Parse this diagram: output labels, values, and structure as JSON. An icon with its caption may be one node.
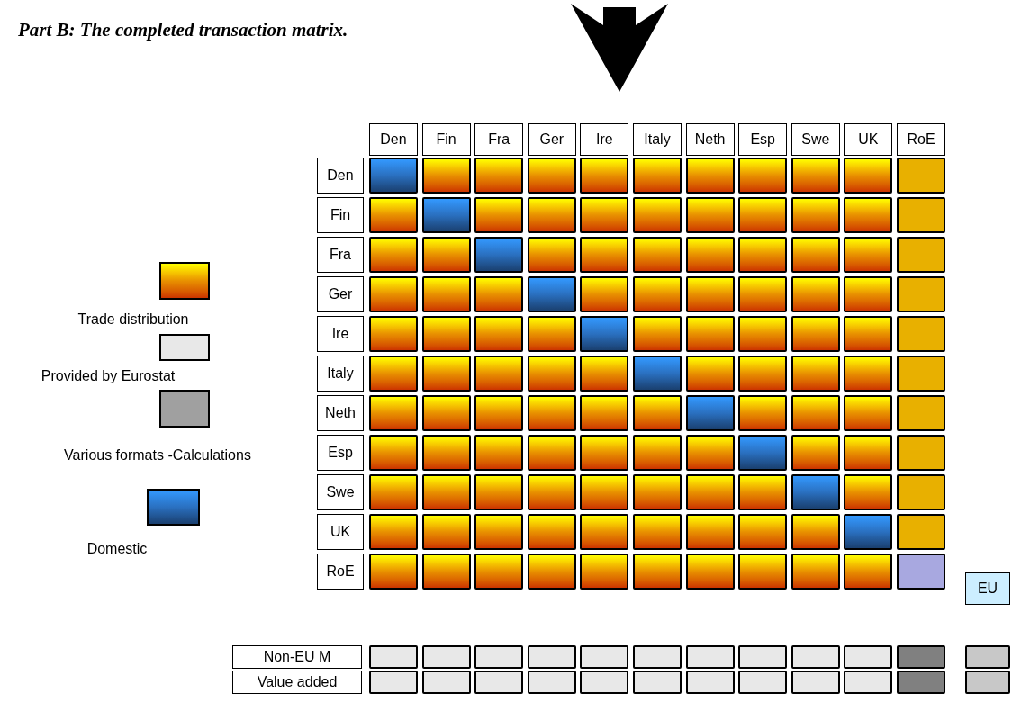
{
  "diagram": {
    "title": "Part B: The completed transaction matrix.",
    "nodes": [
      {
        "text": [
          "Den"
        ]
      },
      {
        "text": [
          "Fin"
        ]
      },
      {
        "text": [
          "Fra"
        ]
      },
      {
        "text": [
          "Ger"
        ]
      },
      {
        "text": [
          "Ire"
        ]
      },
      {
        "text": [
          "Italy"
        ]
      },
      {
        "text": [
          "Neth"
        ]
      },
      {
        "text": [
          "Esp"
        ]
      },
      {
        "text": [
          "Swe"
        ]
      },
      {
        "text": [
          "UK"
        ]
      },
      {
        "text": [
          "RoE"
        ]
      },
      {
        "text": [
          "Den"
        ]
      },
      {
        "text": [],
        "shape": "box"
      },
      {
        "text": [],
        "shape": "box"
      },
      {
        "text": [],
        "shape": "box"
      },
      {
        "text": [],
        "shape": "box"
      },
      {
        "text": [],
        "shape": "box"
      },
      {
        "text": [],
        "shape": "box"
      },
      {
        "text": [],
        "shape": "box"
      },
      {
        "text": [],
        "shape": "box"
      },
      {
        "text": [],
        "shape": "box"
      },
      {
        "text": [],
        "shape": "box"
      },
      {
        "text": [],
        "shape": "box"
      },
      {
        "text": [
          "Fin"
        ]
      },
      {
        "text": [],
        "shape": "box"
      },
      {
        "text": [],
        "shape": "box"
      },
      {
        "text": [],
        "shape": "box"
      },
      {
        "text": [],
        "shape": "box"
      },
      {
        "text": [],
        "shape": "box"
      },
      {
        "text": [],
        "shape": "box"
      },
      {
        "text": [],
        "shape": "box"
      },
      {
        "text": [],
        "shape": "box"
      },
      {
        "text": [],
        "shape": "box"
      },
      {
        "text": [],
        "shape": "box"
      },
      {
        "text": [],
        "shape": "box"
      },
      {
        "text": [
          "Fra"
        ]
      },
      {
        "text": [],
        "shape": "box"
      },
      {
        "text": [],
        "shape": "box"
      },
      {
        "text": [],
        "shape": "box"
      },
      {
        "text": [],
        "shape": "box"
      },
      {
        "text": [],
        "shape": "box"
      },
      {
        "text": [],
        "shape": "box"
      },
      {
        "text": [],
        "shape": "box"
      },
      {
        "text": [],
        "shape": "box"
      },
      {
        "text": [],
        "shape": "box"
      },
      {
        "text": [],
        "shape": "box"
      },
      {
        "text": [],
        "shape": "box"
      },
      {
        "text": [
          "Ger"
        ]
      },
      {
        "text": [],
        "shape": "box"
      },
      {
        "text": [],
        "shape": "box"
      },
      {
        "text": [],
        "shape": "box"
      },
      {
        "text": [],
        "shape": "box"
      },
      {
        "text": [],
        "shape": "box"
      },
      {
        "text": [],
        "shape": "box"
      },
      {
        "text": [],
        "shape": "box"
      },
      {
        "text": [],
        "shape": "box"
      },
      {
        "text": [],
        "shape": "box"
      },
      {
        "text": [],
        "shape": "box"
      },
      {
        "text": [],
        "shape": "box"
      },
      {
        "text": [
          "Ire"
        ]
      },
      {
        "text": [],
        "shape": "box"
      },
      {
        "text": [],
        "shape": "box"
      },
      {
        "text": [],
        "shape": "box"
      },
      {
        "text": [],
        "shape": "box"
      },
      {
        "text": [],
        "shape": "box"
      },
      {
        "text": [],
        "shape": "box"
      },
      {
        "text": [],
        "shape": "box"
      },
      {
        "text": [],
        "shape": "box"
      },
      {
        "text": [],
        "shape": "box"
      },
      {
        "text": [],
        "shape": "box"
      },
      {
        "text": [],
        "shape": "box"
      },
      {
        "text": [
          "Italy"
        ]
      },
      {
        "text": [],
        "shape": "box"
      },
      {
        "text": [],
        "shape": "box"
      },
      {
        "text": [],
        "shape": "box"
      },
      {
        "text": [],
        "shape": "box"
      },
      {
        "text": [],
        "shape": "box"
      },
      {
        "text": [],
        "shape": "box"
      },
      {
        "text": [],
        "shape": "box"
      },
      {
        "text": [],
        "shape": "box"
      },
      {
        "text": [],
        "shape": "box"
      },
      {
        "text": [],
        "shape": "box"
      },
      {
        "text": [],
        "shape": "box"
      },
      {
        "text": [
          "Neth"
        ]
      },
      {
        "text": [],
        "shape": "box"
      },
      {
        "text": [],
        "shape": "box"
      },
      {
        "text": [],
        "shape": "box"
      },
      {
        "text": [],
        "shape": "box"
      },
      {
        "text": [],
        "shape": "box"
      },
      {
        "text": [],
        "shape": "box"
      },
      {
        "text": [],
        "shape": "box"
      },
      {
        "text": [],
        "shape": "box"
      },
      {
        "text": [],
        "shape": "box"
      },
      {
        "text": [],
        "shape": "box"
      },
      {
        "text": [],
        "shape": "box"
      },
      {
        "text": [
          "Esp"
        ]
      },
      {
        "text": [],
        "shape": "box"
      },
      {
        "text": [],
        "shape": "box"
      },
      {
        "text": [],
        "shape": "box"
      },
      {
        "text": [],
        "shape": "box"
      },
      {
        "text": [],
        "shape": "box"
      },
      {
        "text": [],
        "shape": "box"
      },
      {
        "text": [],
        "shape": "box"
      },
      {
        "text": [],
        "shape": "box"
      },
      {
        "text": [],
        "shape": "box"
      },
      {
        "text": [],
        "shape": "box"
      },
      {
        "text": [],
        "shape": "box"
      },
      {
        "text": [
          "Swe"
        ]
      },
      {
        "text": [],
        "shape": "box"
      },
      {
        "text": [],
        "shape": "box"
      },
      {
        "text": [],
        "shape": "box"
      },
      {
        "text": [],
        "shape": "box"
      },
      {
        "text": [],
        "shape": "box"
      },
      {
        "text": [],
        "shape": "box"
      },
      {
        "text": [],
        "shape": "box"
      },
      {
        "text": [],
        "shape": "box"
      },
      {
        "text": [],
        "shape": "box"
      },
      {
        "text": [],
        "shape": "box"
      },
      {
        "text": [],
        "shape": "box"
      },
      {
        "text": [
          "UK"
        ]
      },
      {
        "text": [],
        "shape": "box"
      },
      {
        "text": [],
        "shape": "box"
      },
      {
        "text": [],
        "shape": "box"
      },
      {
        "text": [],
        "shape": "box"
      },
      {
        "text": [],
        "shape": "box"
      },
      {
        "text": [],
        "shape": "box"
      },
      {
        "text": [],
        "shape": "box"
      },
      {
        "text": [],
        "shape": "box"
      },
      {
        "text": [],
        "shape": "box"
      },
      {
        "text": [],
        "shape": "box"
      },
      {
        "text": [],
        "shape": "box"
      },
      {
        "text": [
          "RoE"
        ]
      },
      {
        "text": [],
        "shape": "box"
      },
      {
        "text": [],
        "shape": "box"
      },
      {
        "text": [],
        "shape": "box"
      },
      {
        "text": [],
        "shape": "box"
      },
      {
        "text": [],
        "shape": "box"
      },
      {
        "text": [],
        "shape": "box"
      },
      {
        "text": [],
        "shape": "box"
      },
      {
        "text": [],
        "shape": "box"
      },
      {
        "text": [],
        "shape": "box"
      },
      {
        "text": [],
        "shape": "box"
      },
      {
        "text": [],
        "shape": "box"
      },
      {
        "text": [
          "EU"
        ]
      },
      {
        "text": [
          "Non-EU M"
        ]
      },
      {
        "text": [],
        "shape": "box"
      },
      {
        "text": [],
        "shape": "box"
      },
      {
        "text": [],
        "shape": "box"
      },
      {
        "text": [],
        "shape": "box"
      },
      {
        "text": [],
        "shape": "box"
      },
      {
        "text": [],
        "shape": "box"
      },
      {
        "text": [],
        "shape": "box"
      },
      {
        "text": [],
        "shape": "box"
      },
      {
        "text": [],
        "shape": "box"
      },
      {
        "text": [],
        "shape": "box"
      },
      {
        "text": [],
        "shape": "box"
      },
      {
        "text": [],
        "shape": "box"
      },
      {
        "text": [
          "Value added"
        ]
      },
      {
        "text": [],
        "shape": "box"
      },
      {
        "text": [],
        "shape": "box"
      },
      {
        "text": [],
        "shape": "box"
      },
      {
        "text": [],
        "shape": "box"
      },
      {
        "text": [],
        "shape": "box"
      },
      {
        "text": [],
        "shape": "box"
      },
      {
        "text": [],
        "shape": "box"
      },
      {
        "text": [],
        "shape": "box"
      },
      {
        "text": [],
        "shape": "box"
      },
      {
        "text": [],
        "shape": "box"
      },
      {
        "text": [],
        "shape": "box"
      },
      {
        "text": [],
        "shape": "box"
      }
    ],
    "edges": [],
    "legend": [
      {
        "text": "Trade distribution"
      },
      {
        "text": "Provided by Eurostat",
        "color": "#e8e8e8"
      },
      {
        "text": "Various formats -Calculations",
        "color": "#a0a0a0"
      },
      {
        "text": "Domestic"
      }
    ]
  }
}
